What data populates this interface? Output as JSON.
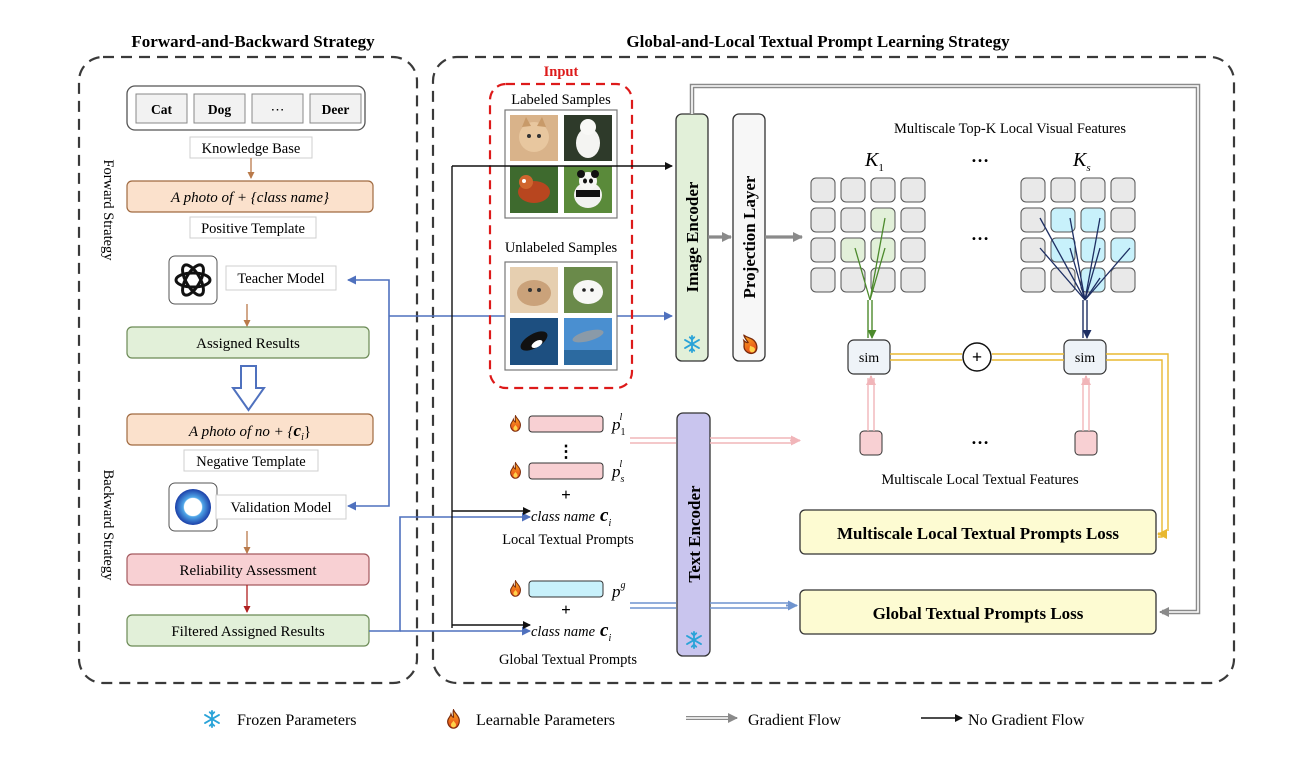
{
  "left_panel": {
    "title": "Forward-and-Backward Strategy",
    "forward_label": "Forward Strategy",
    "backward_label": "Backward Strategy",
    "knowledge_base": {
      "items": [
        "Cat",
        "Dog",
        "⋯",
        "Deer"
      ],
      "caption": "Knowledge Base"
    },
    "positive_template": {
      "text": "A photo of  + {class name}",
      "caption": "Positive Template"
    },
    "teacher_model": "Teacher Model",
    "assigned_results": "Assigned Results",
    "negative_template": {
      "prefix": "A photo of  no + {",
      "var": "c",
      "sub": "i",
      "suffix": "}",
      "caption": "Negative Template"
    },
    "validation_model": "Validation Model",
    "reliability_assessment": "Reliability Assessment",
    "filtered_results": "Filtered Assigned Results"
  },
  "right_panel": {
    "title": "Global-and-Local Textual Prompt Learning Strategy",
    "input_label": "Input",
    "labeled_samples": "Labeled Samples",
    "unlabeled_samples": "Unlabeled Samples",
    "image_encoder": "Image Encoder",
    "projection_layer": "Projection Layer",
    "text_encoder": "Text Encoder",
    "visual_features_title": "Multiscale Top-K Local Visual Features",
    "k1": {
      "base": "K",
      "sub": "1"
    },
    "ks": {
      "base": "K",
      "sub": "s"
    },
    "ellipsis": "…",
    "vertical_ellipsis": "⋮",
    "sim": "sim",
    "plus": "+",
    "local_textual_features": "Multiscale Local Textual Features",
    "local_prompts": {
      "p1": {
        "base": "p",
        "sub": "1",
        "sup": "l"
      },
      "ps": {
        "base": "p",
        "sub": "s",
        "sup": "l"
      },
      "class_name": "class name",
      "c": "c",
      "c_sub": "i",
      "caption": "Local Textual Prompts"
    },
    "global_prompts": {
      "pg": {
        "base": "p",
        "sup": "g"
      },
      "class_name": "class name",
      "c": "c",
      "c_sub": "i",
      "caption": "Global Textual Prompts"
    },
    "local_loss": "Multiscale Local Textual Prompts Loss",
    "global_loss": "Global Textual Prompts Loss"
  },
  "legend": {
    "frozen": "Frozen Parameters",
    "learnable": "Learnable Parameters",
    "gradient": "Gradient Flow",
    "no_gradient": "No Gradient Flow"
  },
  "colors": {
    "orange_fill": "#fbe1cc",
    "green_fill": "#e2f0d9",
    "red_fill": "#f8d0d3",
    "yellow_fill": "#fdfbd2",
    "cyan_fill": "#c8f1fb",
    "purple_fill": "#c9c5ee",
    "blue_arrow": "#4f71be",
    "brown_arrow": "#b97a4a",
    "red_arrow": "#b02020",
    "gold_arrow": "#e8b830",
    "pink_arrow": "#f1b5b9",
    "input_red": "#dd1a1a"
  }
}
